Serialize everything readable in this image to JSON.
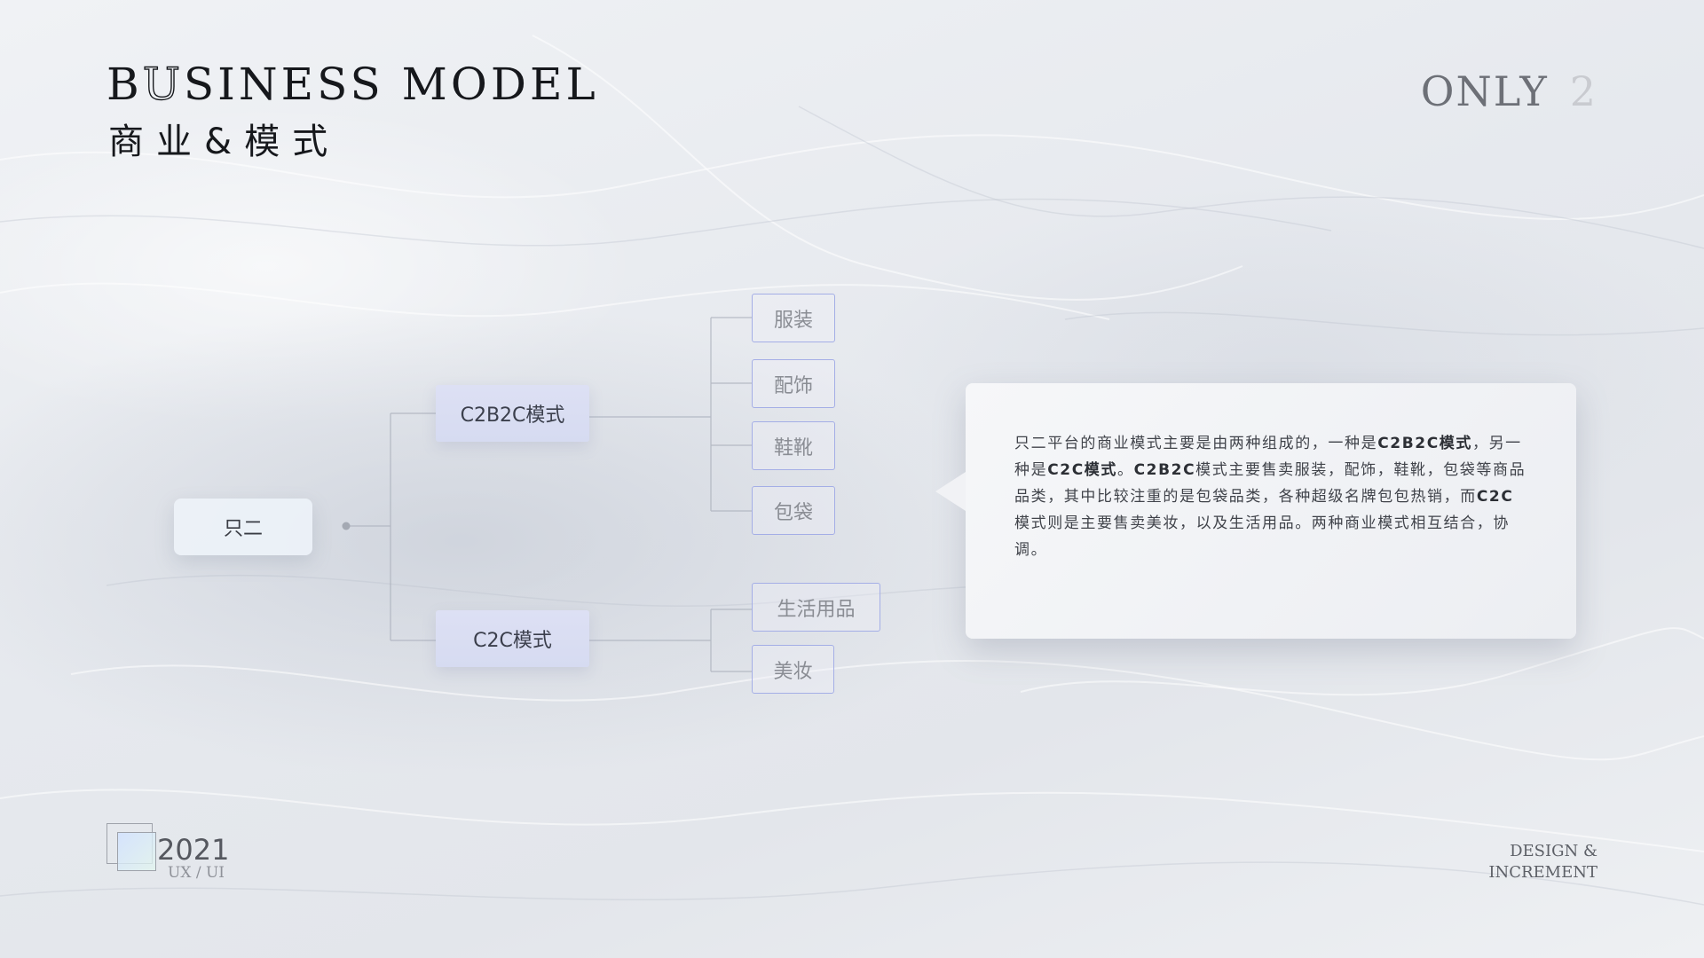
{
  "header": {
    "title_en_first_letter": "B",
    "title_en_outline_letter": "U",
    "title_en_rest": "SINESS MODEL",
    "title_cn": "商业&模式",
    "brand": "ONLY",
    "brand_number": "2"
  },
  "diagram": {
    "root": "只二",
    "branches": [
      {
        "label": "C2B2C模式",
        "children": [
          "服装",
          "配饰",
          "鞋靴",
          "包袋"
        ]
      },
      {
        "label": "C2C模式",
        "children": [
          "生活用品",
          "美妆"
        ]
      }
    ]
  },
  "callout": {
    "segments": [
      {
        "text": "只二平台的商业模式主要是由两种组成的，一种是",
        "bold": false
      },
      {
        "text": "C2B2C模式",
        "bold": true
      },
      {
        "text": "，另一种是",
        "bold": false
      },
      {
        "text": "C2C模式",
        "bold": true
      },
      {
        "text": "。",
        "bold": false
      },
      {
        "text": "C2B2C",
        "bold": true
      },
      {
        "text": "模式主要售卖服装，配饰，鞋靴，包袋等商品品类，其中比较注重的是包袋品类，各种超级名牌包包热销，而",
        "bold": false
      },
      {
        "text": "C2C",
        "bold": true
      },
      {
        "text": "模式则是主要售卖美妆，以及生活用品。两种商业模式相互结合，协调。",
        "bold": false
      }
    ]
  },
  "footer": {
    "year": "2021",
    "subtitle": "UX / UI",
    "right_line1": "DESIGN &",
    "right_line2": "INCREMENT"
  },
  "colors": {
    "mode_node_bg": "#d8ddf2",
    "leaf_border": "#a4aee6",
    "connector": "#aab0bb"
  }
}
